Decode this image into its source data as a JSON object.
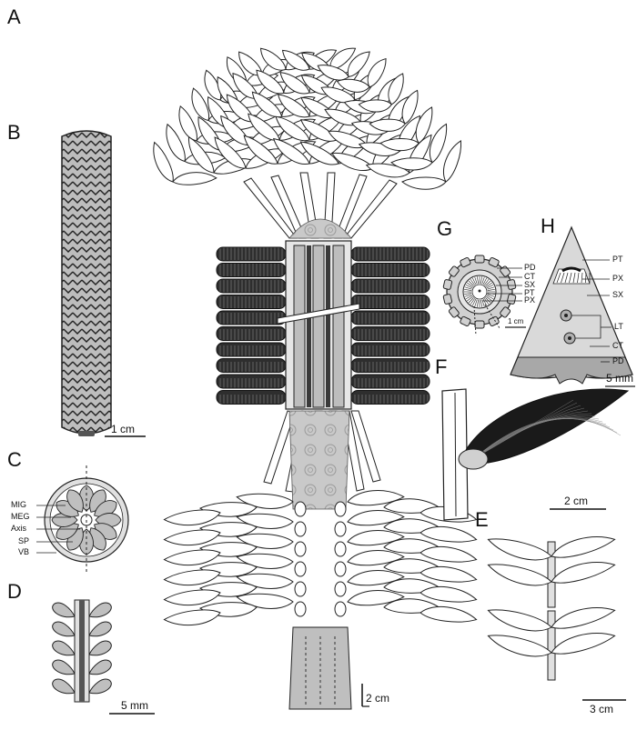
{
  "panels": {
    "A": {
      "letter": "A",
      "scale": "2 cm"
    },
    "B": {
      "letter": "B",
      "scale": "1 cm"
    },
    "C": {
      "letter": "C",
      "labels": [
        "MIG",
        "MEG",
        "Axis",
        "SP",
        "VB"
      ]
    },
    "D": {
      "letter": "D",
      "scale": "5 mm"
    },
    "E": {
      "letter": "E",
      "scale": "3 cm"
    },
    "F": {
      "letter": "F",
      "scale": "2 cm"
    },
    "G": {
      "letter": "G",
      "labels": [
        "PD",
        "CT",
        "SX",
        "PT",
        "PX"
      ],
      "scale": "1 cm"
    },
    "H": {
      "letter": "H",
      "labels": [
        "PT",
        "PX",
        "SX",
        "LT",
        "CT",
        "PD"
      ],
      "scale": "5 mm"
    }
  },
  "colors": {
    "line": "#222222",
    "fill_light": "#d9d9d9",
    "fill_mid": "#bfbfbf",
    "fill_dark": "#3a3a3a",
    "background": "#ffffff"
  }
}
